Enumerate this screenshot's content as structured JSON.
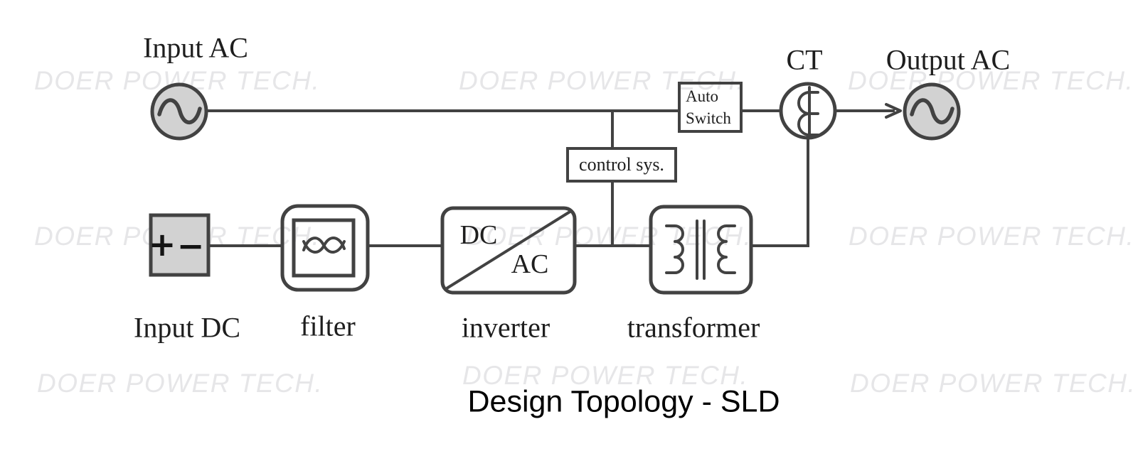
{
  "title": "Design Topology - SLD",
  "watermark": {
    "text": "DOER POWER TECH."
  },
  "colors": {
    "line": "#424242",
    "shape_fill": "#d2d2d2",
    "watermark": "#e6e6e8",
    "label": "#1e1e1e",
    "title": "#000000"
  },
  "sources": {
    "input_ac": {
      "label": "Input AC"
    },
    "input_dc": {
      "label": "Input DC",
      "plus": "+",
      "minus": "−"
    },
    "output_ac": {
      "label": "Output AC"
    }
  },
  "blocks": {
    "filter": {
      "label": "filter"
    },
    "inverter": {
      "label": "inverter",
      "dc": "DC",
      "ac": "AC"
    },
    "transformer": {
      "label": "transformer"
    },
    "auto_switch": {
      "line1": "Auto",
      "line2": "Switch"
    },
    "control_sys": {
      "label": "control sys."
    },
    "ct": {
      "label": "CT"
    }
  }
}
